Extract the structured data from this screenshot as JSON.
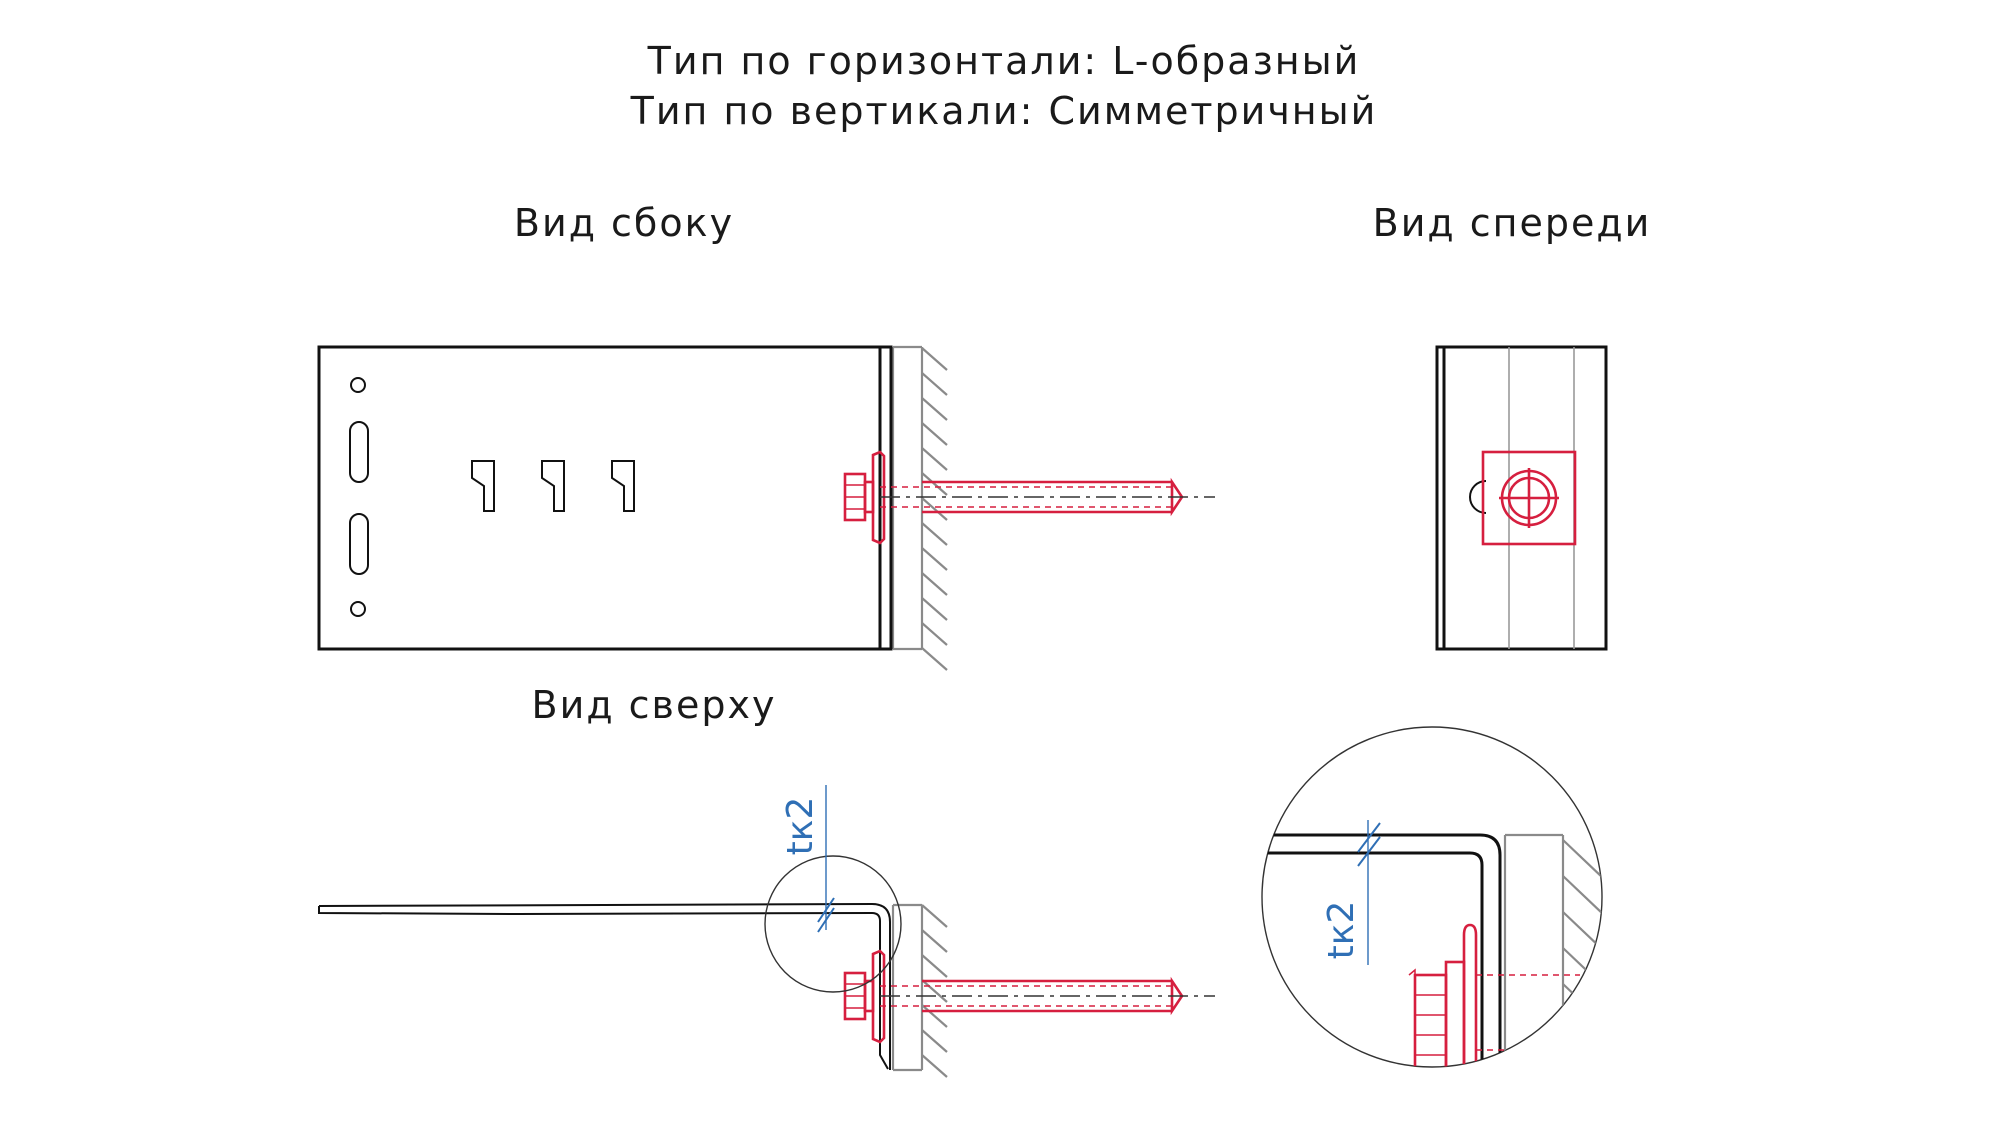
{
  "header": {
    "line1": "Тип по горизонтали: L-образный",
    "line2": "Тип по вертикали: Симметричный"
  },
  "views": {
    "side": "Вид сбоку",
    "front": "Вид спереди",
    "top": "Вид сверху"
  },
  "dimensions": {
    "thickness_top": "tк2",
    "thickness_detail": "tк2"
  },
  "colors": {
    "outline": "#111111",
    "wall": "#8a8a8a",
    "fastener": "#d61f3f",
    "dimension": "#2f6fb5"
  }
}
